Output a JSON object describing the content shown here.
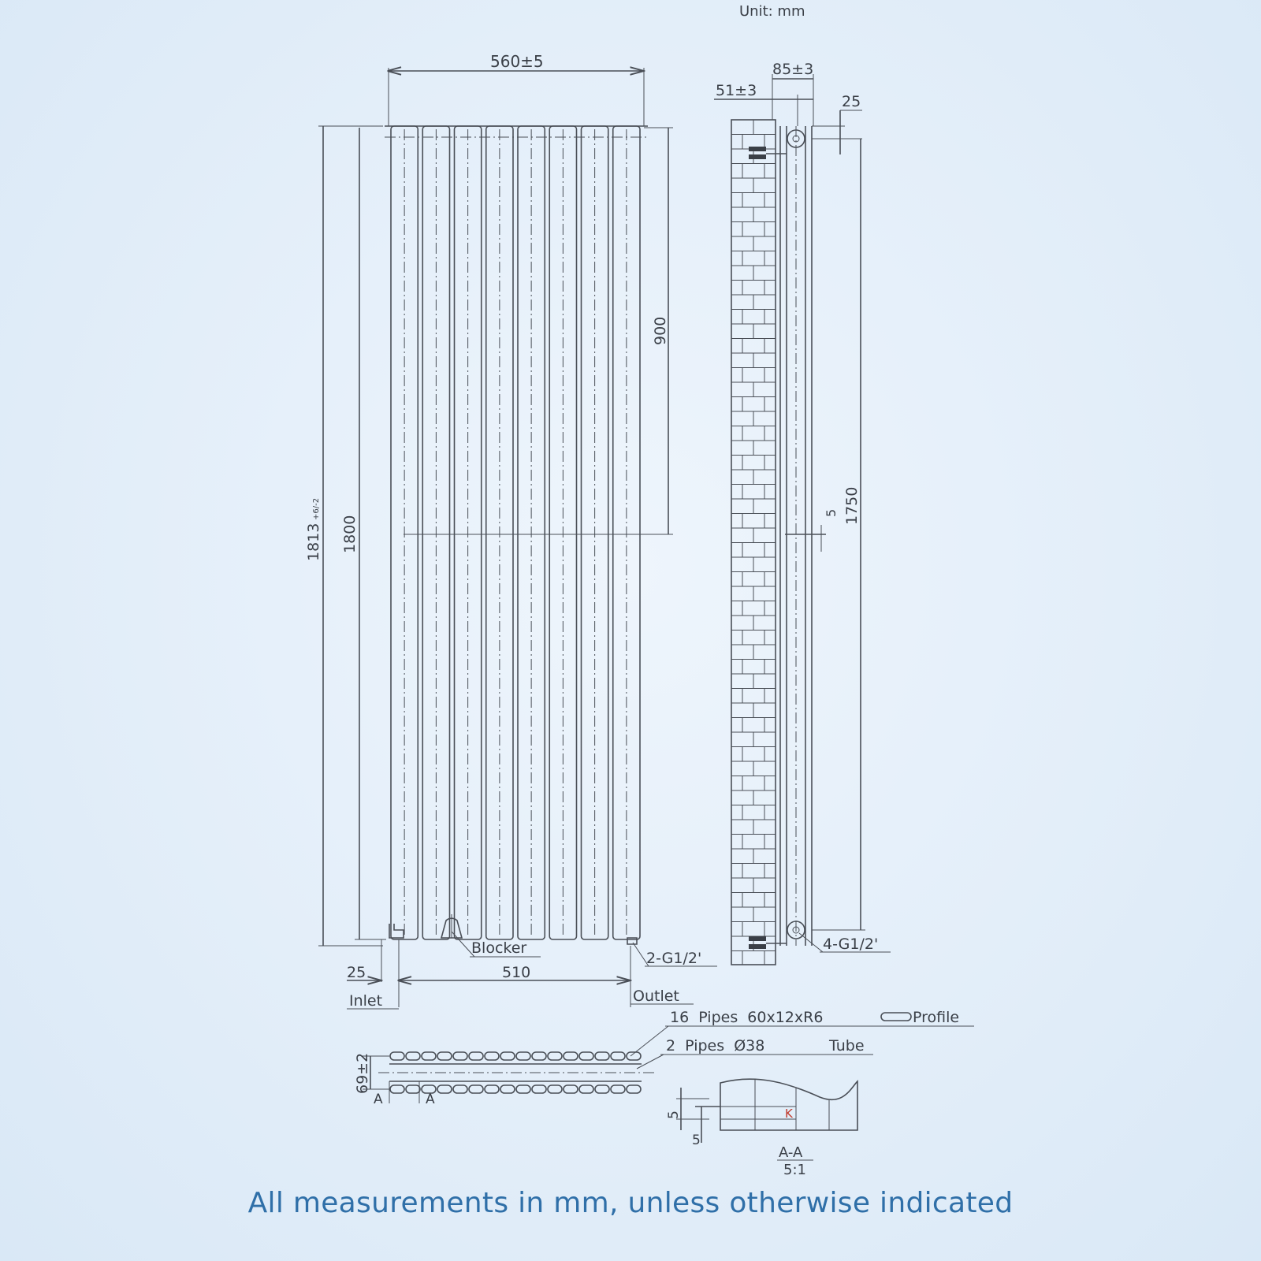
{
  "unit_label": "Unit: mm",
  "caption": "All measurements in mm, unless otherwise indicated",
  "front": {
    "width": "560±5",
    "overall_height": "1813",
    "overall_height_tol": "+6/-2",
    "height": "1800",
    "half_height": "900",
    "pipe_spacing": "510",
    "inlet_offset": "25",
    "blocker": "Blocker",
    "connection": "2-G1/2'",
    "inlet": "Inlet",
    "outlet": "Outlet",
    "column_count": 8
  },
  "side": {
    "wall_gap": "51±3",
    "depth": "85±3",
    "top_offset": "25",
    "bracket_spacing": "1750",
    "small_dim": "5",
    "connections": "4-G1/2'"
  },
  "plan": {
    "depth": "69±2",
    "pipes_label": "16  Pipes  60x12xR6",
    "profile_label": "Profile",
    "tube_label": "2  Pipes  Ø38",
    "tube_word": "Tube",
    "section_mark": "A"
  },
  "section": {
    "dim_v": "5",
    "dim_h": "5",
    "mark": "K",
    "title": "A-A",
    "scale": "5:1"
  }
}
